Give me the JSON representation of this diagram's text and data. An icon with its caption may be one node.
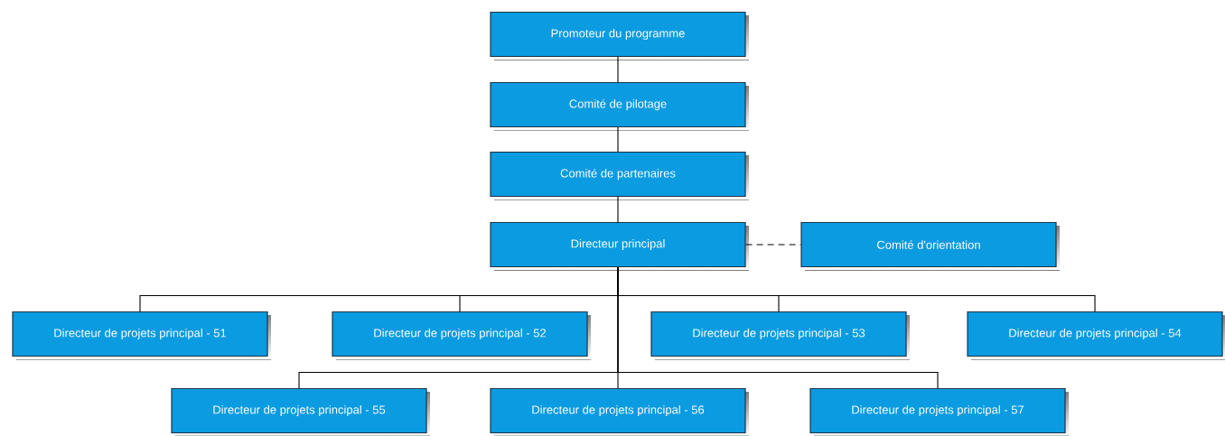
{
  "diagram": {
    "nodes": [
      {
        "text": [
          "Promoteur du programme"
        ]
      },
      {
        "text": [
          "Comité de pilotage"
        ]
      },
      {
        "text": [
          "Comité de partenaires"
        ]
      },
      {
        "text": [
          "Directeur principal"
        ]
      },
      {
        "text": [
          "Comité d'orientation"
        ]
      },
      {
        "text": [
          "Directeur de projets principal - 51"
        ]
      },
      {
        "text": [
          "Directeur de projets principal - 52"
        ]
      },
      {
        "text": [
          "Directeur de projets principal - 53"
        ]
      },
      {
        "text": [
          "Directeur de projets principal - 54"
        ]
      },
      {
        "text": [
          "Directeur de projets principal - 55"
        ]
      },
      {
        "text": [
          "Directeur de projets principal - 56"
        ]
      },
      {
        "text": [
          "Directeur de projets principal - 57"
        ]
      }
    ],
    "edges": [
      {
        "from": 0,
        "to": 1,
        "arrow": "none"
      },
      {
        "from": 1,
        "to": 2,
        "arrow": "none"
      },
      {
        "from": 2,
        "to": 3,
        "arrow": "none"
      },
      {
        "from": 3,
        "to": 4,
        "arrow": "none",
        "style": "dashed"
      },
      {
        "from": 3,
        "to": 5,
        "arrow": "none"
      },
      {
        "from": 3,
        "to": 6,
        "arrow": "none"
      },
      {
        "from": 3,
        "to": 7,
        "arrow": "none"
      },
      {
        "from": 3,
        "to": 8,
        "arrow": "none"
      },
      {
        "from": 3,
        "to": 9,
        "arrow": "none"
      },
      {
        "from": 3,
        "to": 10,
        "arrow": "none"
      },
      {
        "from": 3,
        "to": 11,
        "arrow": "none"
      }
    ]
  }
}
